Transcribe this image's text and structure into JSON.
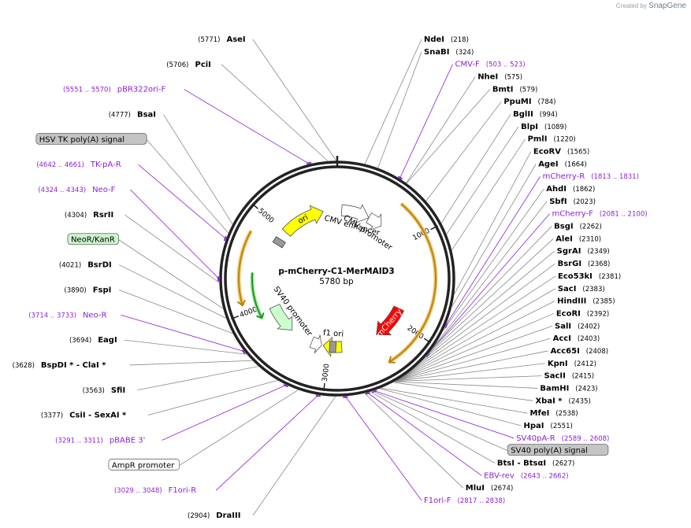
{
  "credit": {
    "prefix": "Created by",
    "brand": "SnapGene"
  },
  "plasmid": {
    "name": "p-mCherry-C1-MerMAID3",
    "size": "5780 bp",
    "length": 5780
  },
  "ticks": [
    {
      "bp": 1000,
      "label": "1000"
    },
    {
      "bp": 2000,
      "label": "2000"
    },
    {
      "bp": 3000,
      "label": "3000"
    },
    {
      "bp": 4000,
      "label": "4000"
    },
    {
      "bp": 5000,
      "label": "5000"
    }
  ],
  "features": [
    {
      "name": "ori",
      "start": 5010,
      "end": 5590,
      "color": "#ffff00",
      "ring": 2,
      "dir": 1,
      "label": "ori"
    },
    {
      "name": "cmv-enhancer",
      "start": 60,
      "end": 440,
      "color": "#ffffff",
      "ring": 2,
      "dir": 1,
      "label": "CMV enhancer"
    },
    {
      "name": "cmv-promoter",
      "start": 440,
      "end": 640,
      "color": "#ffffff",
      "ring": 2,
      "dir": 1,
      "label": "CMV promoter"
    },
    {
      "name": "mcherry",
      "start": 1860,
      "end": 2330,
      "color": "#ff0000",
      "ring": 2,
      "dir": 1,
      "label": "mCherry"
    },
    {
      "name": "f1-ori",
      "start": 2830,
      "end": 3080,
      "color": "#ffff00",
      "ring": 2,
      "dir": 1,
      "label": "f1 ori"
    },
    {
      "name": "ampr-promoter",
      "start": 3100,
      "end": 3240,
      "color": "#ffffff",
      "ring": 2,
      "dir": -1,
      "label": ""
    },
    {
      "name": "sv40-promoter",
      "start": 3550,
      "end": 3950,
      "color": "#ccffcc",
      "ring": 2,
      "dir": -1,
      "label": "SV40 promoter"
    }
  ],
  "orfs": [
    {
      "start": 650,
      "end": 2380,
      "dir": 1
    },
    {
      "start": 4080,
      "end": 4800,
      "dir": -1
    }
  ],
  "smallFeatures": [
    {
      "start": 3890,
      "end": 4400,
      "color": "#1a9c1a",
      "dir": -1
    }
  ],
  "markers": [
    {
      "bp": 4850,
      "color": "#999999"
    },
    {
      "bp": 2950,
      "color": "#999999"
    }
  ],
  "labels": [
    {
      "side": "R",
      "bp": 218,
      "name": "NdeI",
      "pos": "(218)",
      "type": "enzyme"
    },
    {
      "side": "R",
      "bp": 324,
      "name": "SnaBI",
      "pos": "(324)",
      "type": "enzyme"
    },
    {
      "side": "R",
      "bp": 513,
      "name": "CMV-F",
      "pos": "(503 .. 523)",
      "type": "primer"
    },
    {
      "side": "R",
      "bp": 575,
      "name": "NheI",
      "pos": "(575)",
      "type": "enzyme"
    },
    {
      "side": "R",
      "bp": 579,
      "name": "BmtI",
      "pos": "(579)",
      "type": "enzyme"
    },
    {
      "side": "R",
      "bp": 784,
      "name": "PpuMI",
      "pos": "(784)",
      "type": "enzyme"
    },
    {
      "side": "R",
      "bp": 994,
      "name": "BglII",
      "pos": "(994)",
      "type": "enzyme"
    },
    {
      "side": "R",
      "bp": 1089,
      "name": "BlpI",
      "pos": "(1089)",
      "type": "enzyme"
    },
    {
      "side": "R",
      "bp": 1220,
      "name": "PmlI",
      "pos": "(1220)",
      "type": "enzyme"
    },
    {
      "side": "R",
      "bp": 1565,
      "name": "EcoRV",
      "pos": "(1565)",
      "type": "enzyme"
    },
    {
      "side": "R",
      "bp": 1664,
      "name": "AgeI",
      "pos": "(1664)",
      "type": "enzyme"
    },
    {
      "side": "R",
      "bp": 1822,
      "name": "mCherry-R",
      "pos": "(1813 .. 1831)",
      "type": "primer"
    },
    {
      "side": "R",
      "bp": 1862,
      "name": "AhdI",
      "pos": "(1862)",
      "type": "enzyme"
    },
    {
      "side": "R",
      "bp": 2023,
      "name": "SbfI",
      "pos": "(2023)",
      "type": "enzyme"
    },
    {
      "side": "R",
      "bp": 2090,
      "name": "mCherry-F",
      "pos": "(2081 .. 2100)",
      "type": "primer"
    },
    {
      "side": "R",
      "bp": 2262,
      "name": "BsgI",
      "pos": "(2262)",
      "type": "enzyme"
    },
    {
      "side": "R",
      "bp": 2310,
      "name": "AleI",
      "pos": "(2310)",
      "type": "enzyme"
    },
    {
      "side": "R",
      "bp": 2349,
      "name": "SgrAI",
      "pos": "(2349)",
      "type": "enzyme"
    },
    {
      "side": "R",
      "bp": 2368,
      "name": "BsrGI",
      "pos": "(2368)",
      "type": "enzyme"
    },
    {
      "side": "R",
      "bp": 2381,
      "name": "Eco53kI",
      "pos": "(2381)",
      "type": "enzyme"
    },
    {
      "side": "R",
      "bp": 2383,
      "name": "SacI",
      "pos": "(2383)",
      "type": "enzyme"
    },
    {
      "side": "R",
      "bp": 2385,
      "name": "HindIII",
      "pos": "(2385)",
      "type": "enzyme"
    },
    {
      "side": "R",
      "bp": 2392,
      "name": "EcoRI",
      "pos": "(2392)",
      "type": "enzyme"
    },
    {
      "side": "R",
      "bp": 2402,
      "name": "SalI",
      "pos": "(2402)",
      "type": "enzyme"
    },
    {
      "side": "R",
      "bp": 2403,
      "name": "AccI",
      "pos": "(2403)",
      "type": "enzyme"
    },
    {
      "side": "R",
      "bp": 2408,
      "name": "Acc65I",
      "pos": "(2408)",
      "type": "enzyme"
    },
    {
      "side": "R",
      "bp": 2412,
      "name": "KpnI",
      "pos": "(2412)",
      "type": "enzyme"
    },
    {
      "side": "R",
      "bp": 2415,
      "name": "SacII",
      "pos": "(2415)",
      "type": "enzyme"
    },
    {
      "side": "R",
      "bp": 2423,
      "name": "BamHI",
      "pos": "(2423)",
      "type": "enzyme"
    },
    {
      "side": "R",
      "bp": 2435,
      "name": "XbaI",
      "pos": "(2435)",
      "type": "enzyme",
      "star": "*"
    },
    {
      "side": "R",
      "bp": 2538,
      "name": "MfeI",
      "pos": "(2538)",
      "type": "enzyme"
    },
    {
      "side": "R",
      "bp": 2551,
      "name": "HpaI",
      "pos": "(2551)",
      "type": "enzyme"
    },
    {
      "side": "R",
      "bp": 2598,
      "name": "SV40pA-R",
      "pos": "(2589 .. 2608)",
      "type": "primer"
    },
    {
      "side": "R",
      "bp": 2610,
      "name": "SV40 poly(A) signal",
      "type": "feature"
    },
    {
      "side": "R",
      "bp": 2627,
      "name": "BtsI",
      "name2": "BtsαI",
      "pos": "(2627)",
      "type": "enzyme2"
    },
    {
      "side": "R",
      "bp": 2652,
      "name": "EBV-rev",
      "pos": "(2643 .. 2662)",
      "type": "primer"
    },
    {
      "side": "R",
      "bp": 2674,
      "name": "MluI",
      "pos": "(2674)",
      "type": "enzyme"
    },
    {
      "side": "R",
      "bp": 2827,
      "name": "F1ori-F",
      "pos": "(2817 .. 2838)",
      "type": "primer"
    },
    {
      "side": "L",
      "bp": 2904,
      "name": "DraIII",
      "pos": "(2904)",
      "type": "enzyme"
    },
    {
      "side": "L",
      "bp": 3038,
      "name": "F1ori-R",
      "pos": "(3029 .. 3048)",
      "type": "primer"
    },
    {
      "side": "L",
      "bp": 3200,
      "name": "AmpR promoter",
      "type": "feature-white"
    },
    {
      "side": "L",
      "bp": 3301,
      "name": "pBABE 3'",
      "pos": "(3291 .. 3311)",
      "type": "primer"
    },
    {
      "side": "L",
      "bp": 3377,
      "name": "CsiI",
      "name2": "SexAI",
      "star": "*",
      "pos": "(3377)",
      "type": "enzyme2"
    },
    {
      "side": "L",
      "bp": 3563,
      "name": "SfiI",
      "pos": "(3563)",
      "type": "enzyme"
    },
    {
      "side": "L",
      "bp": 3628,
      "name": "BspDI",
      "name2": "ClaI",
      "star": "*",
      "star1": "*",
      "pos": "(3628)",
      "type": "enzyme2"
    },
    {
      "side": "L",
      "bp": 3694,
      "name": "EagI",
      "pos": "(3694)",
      "type": "enzyme"
    },
    {
      "side": "L",
      "bp": 3723,
      "name": "Neo-R",
      "pos": "(3714 .. 3733)",
      "type": "primer"
    },
    {
      "side": "L",
      "bp": 3890,
      "name": "FspI",
      "pos": "(3890)",
      "type": "enzyme"
    },
    {
      "side": "L",
      "bp": 4021,
      "name": "BsrDI",
      "pos": "(4021)",
      "type": "enzyme"
    },
    {
      "side": "L",
      "bp": 4100,
      "name": "NeoR/KanR",
      "type": "feature-green"
    },
    {
      "side": "L",
      "bp": 4304,
      "name": "RsrII",
      "pos": "(4304)",
      "type": "enzyme"
    },
    {
      "side": "L",
      "bp": 4333,
      "name": "Neo-F",
      "pos": "(4324 .. 4343)",
      "type": "primer"
    },
    {
      "side": "L",
      "bp": 4651,
      "name": "TK-pA-R",
      "pos": "(4642 .. 4661)",
      "type": "primer"
    },
    {
      "side": "L",
      "bp": 4700,
      "name": "HSV TK poly(A) signal",
      "type": "feature"
    },
    {
      "side": "L",
      "bp": 4777,
      "name": "BsaI",
      "pos": "(4777)",
      "type": "enzyme"
    },
    {
      "side": "L",
      "bp": 5560,
      "name": "pBR322ori-F",
      "pos": "(5551 .. 5570)",
      "type": "primer"
    },
    {
      "side": "L",
      "bp": 5706,
      "name": "PciI",
      "pos": "(5706)",
      "type": "enzyme"
    },
    {
      "side": "L",
      "bp": 5771,
      "name": "AseI",
      "pos": "(5771)",
      "type": "enzyme"
    }
  ]
}
